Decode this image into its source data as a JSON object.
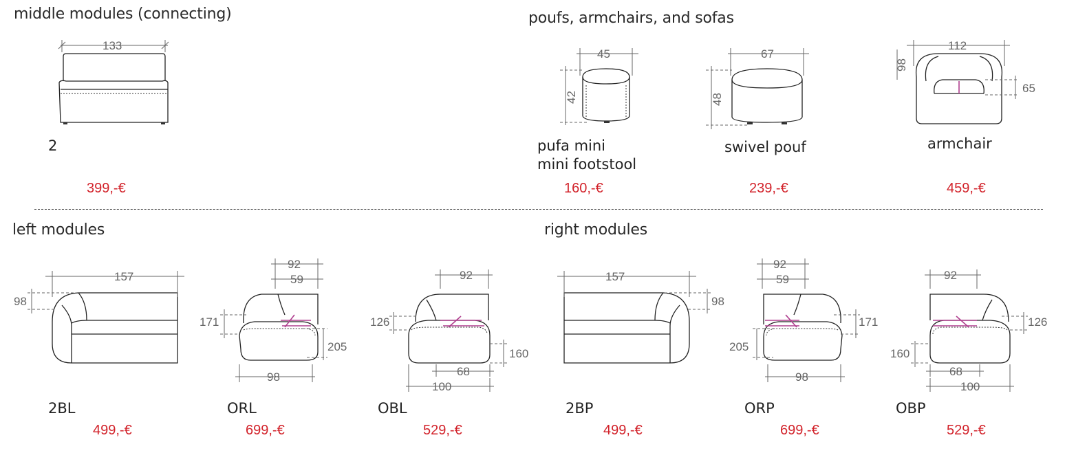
{
  "colors": {
    "price": "#d2222a",
    "accent": "#b0408f",
    "line": "#222222",
    "dimension": "#666666"
  },
  "sections": {
    "middle": "middle modules (connecting)",
    "poufs": "poufs, armchairs, and sofas",
    "left": "left modules",
    "right": "right modules"
  },
  "products": [
    {
      "code": "2",
      "price": "399,-€",
      "dims": [
        "133"
      ]
    },
    {
      "code": "pufa mini",
      "code2": "mini footstool",
      "price": "160,-€",
      "dims": [
        "45",
        "42"
      ]
    },
    {
      "code": "swivel pouf",
      "price": "239,-€",
      "dims": [
        "67",
        "48"
      ]
    },
    {
      "code": "armchair",
      "price": "459,-€",
      "dims": [
        "112",
        "98",
        "65"
      ]
    },
    {
      "code": "2BL",
      "price": "499,-€",
      "dims": [
        "157",
        "98"
      ]
    },
    {
      "code": "ORL",
      "price": "699,-€",
      "dims": [
        "92",
        "59",
        "171",
        "205",
        "98"
      ]
    },
    {
      "code": "OBL",
      "price": "529,-€",
      "dims": [
        "92",
        "126",
        "160",
        "68",
        "100"
      ]
    },
    {
      "code": "2BP",
      "price": "499,-€",
      "dims": [
        "157",
        "98"
      ]
    },
    {
      "code": "ORP",
      "price": "699,-€",
      "dims": [
        "92",
        "59",
        "171",
        "205",
        "98"
      ]
    },
    {
      "code": "OBP",
      "price": "529,-€",
      "dims": [
        "92",
        "126",
        "160",
        "68",
        "100"
      ]
    }
  ]
}
